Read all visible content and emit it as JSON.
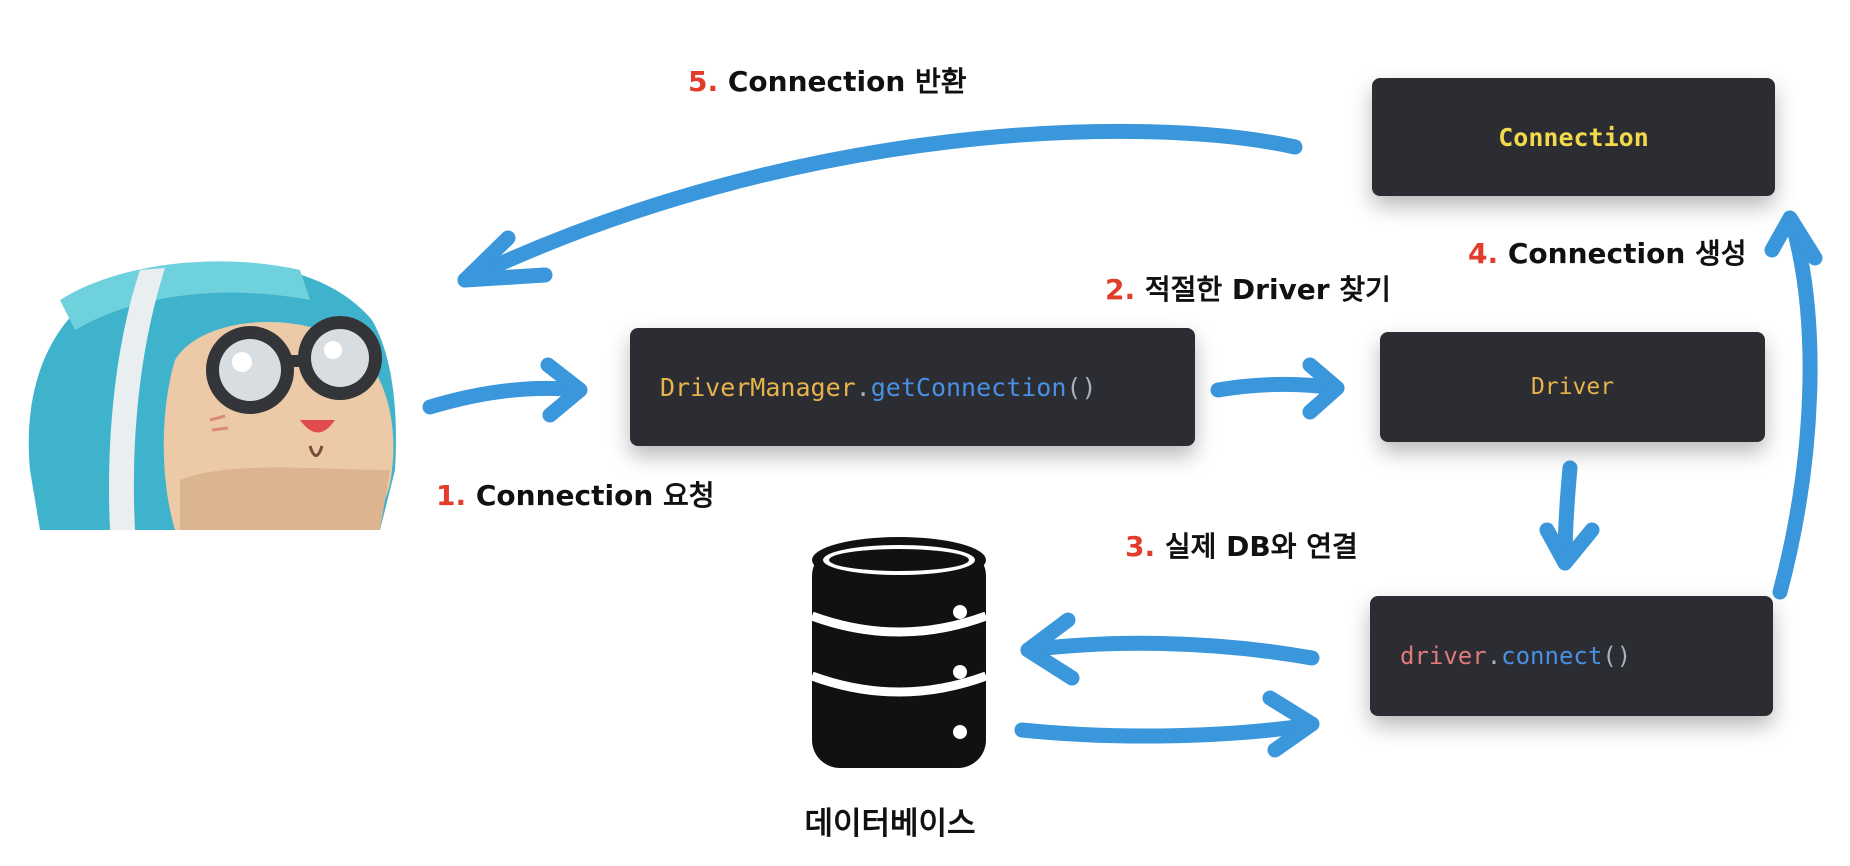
{
  "colors": {
    "arrow": "#3a97dc",
    "box_bg": "#2b2d33",
    "step_number": "#e23c2a",
    "label_text": "#111111"
  },
  "boxes": {
    "driver_manager": {
      "class_name": "DriverManager",
      "dot": ".",
      "method": "getConnection",
      "parens": "()"
    },
    "driver": {
      "text": "Driver"
    },
    "connection": {
      "text": "Connection"
    },
    "connect": {
      "var_name": "driver",
      "dot": ".",
      "method": "connect",
      "parens": "()"
    }
  },
  "steps": [
    {
      "number": "1.",
      "text": "Connection 요청"
    },
    {
      "number": "2.",
      "text": "적절한 Driver 찾기"
    },
    {
      "number": "3.",
      "text": "실제 DB와 연결"
    },
    {
      "number": "4.",
      "text": "Connection 생성"
    },
    {
      "number": "5.",
      "text": "Connection 반환"
    }
  ],
  "database": {
    "label": "데이터베이스",
    "icon": "database-icon"
  },
  "character": {
    "icon": "mole-character-with-goggles"
  }
}
